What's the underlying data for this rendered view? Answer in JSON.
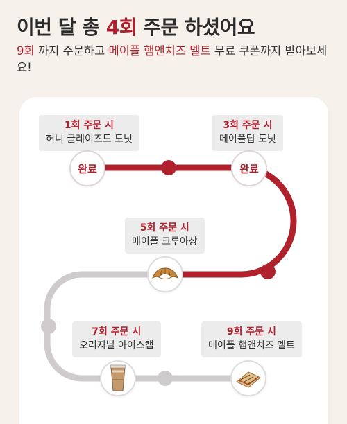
{
  "header": {
    "title_prefix": "이번 달 총 ",
    "title_count": "4회",
    "title_suffix": " 주문 하셨어요",
    "sub_count": "9회",
    "sub_text1": " 까지 주문하고 ",
    "sub_product": "메이플 햄앤치즈 멜트",
    "sub_text2": " 무료 쿠폰까지 받아보세요!"
  },
  "milestones": [
    {
      "count_label": "1회 주문 시",
      "reward": "허니 글레이즈드 도넛",
      "status": "완료",
      "icon": "check-badge"
    },
    {
      "count_label": "3회 주문 시",
      "reward": "메이플딥 도넛",
      "status": "완료",
      "icon": "check-badge"
    },
    {
      "count_label": "5회 주문 시",
      "reward": "메이플 크루아상",
      "icon": "croissant-icon"
    },
    {
      "count_label": "7회 주문 시",
      "reward": "오리지널 아이스캡",
      "icon": "iced-cap-icon"
    },
    {
      "count_label": "9회 주문 시",
      "reward": "메이플 햄앤치즈 멜트",
      "icon": "sandwich-icon"
    }
  ],
  "colors": {
    "accent": "#b0212e",
    "track_done": "#b0212e",
    "track_pending": "#cfcacb",
    "label_bg": "#ececec",
    "page_bg": "#f6f1ea"
  },
  "progress": {
    "orders_completed": 4,
    "orders_goal": 9
  }
}
